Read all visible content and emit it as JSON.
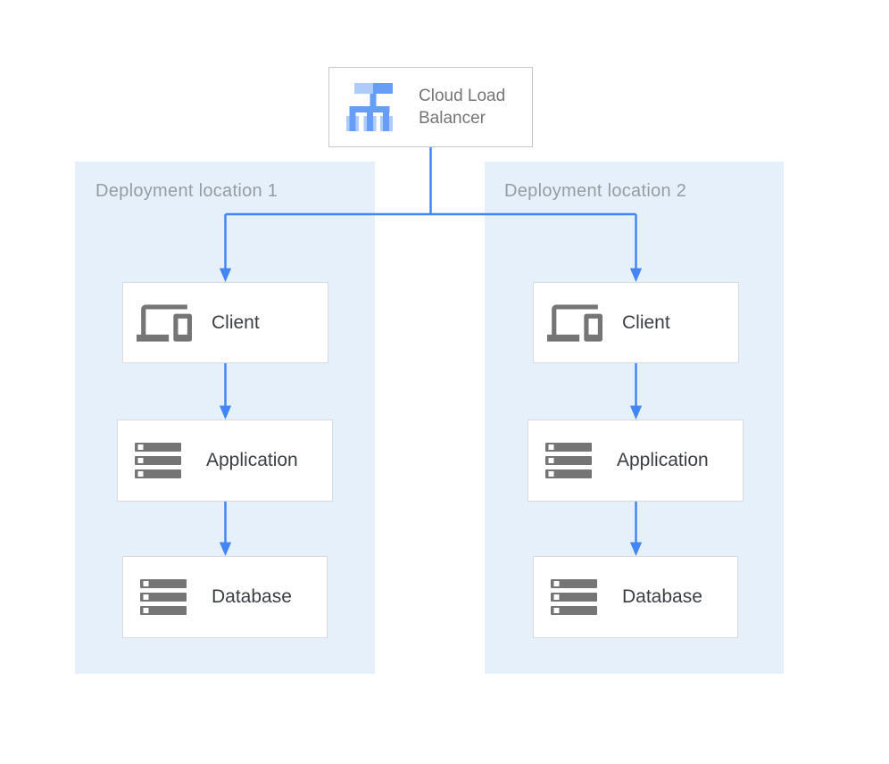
{
  "diagram": {
    "load_balancer": {
      "label": "Cloud Load Balancer",
      "icon": "load-balancer-icon"
    },
    "regions": [
      {
        "label": "Deployment location 1",
        "nodes": [
          {
            "label": "Client",
            "icon": "devices-icon"
          },
          {
            "label": "Application",
            "icon": "server-stack-icon"
          },
          {
            "label": "Database",
            "icon": "server-stack-icon"
          }
        ]
      },
      {
        "label": "Deployment location 2",
        "nodes": [
          {
            "label": "Client",
            "icon": "devices-icon"
          },
          {
            "label": "Application",
            "icon": "server-stack-icon"
          },
          {
            "label": "Database",
            "icon": "server-stack-icon"
          }
        ]
      }
    ],
    "edges": [
      {
        "from": "cloud-load-balancer",
        "to": "client-region-1"
      },
      {
        "from": "cloud-load-balancer",
        "to": "client-region-2"
      },
      {
        "from": "client-region-1",
        "to": "application-region-1"
      },
      {
        "from": "application-region-1",
        "to": "database-region-1"
      },
      {
        "from": "client-region-2",
        "to": "application-region-2"
      },
      {
        "from": "application-region-2",
        "to": "database-region-2"
      }
    ],
    "colors": {
      "region_background": "#e5f0fb",
      "arrow_blue": "#4285f4",
      "node_border": "#d8dadc",
      "node_text": "#3b3e42",
      "lb_text": "#757575",
      "region_label_text": "#969ca1",
      "icon_gray": "#757575",
      "lb_icon_light_blue": "#aecbfa",
      "lb_icon_dark_blue": "#669df6"
    }
  }
}
